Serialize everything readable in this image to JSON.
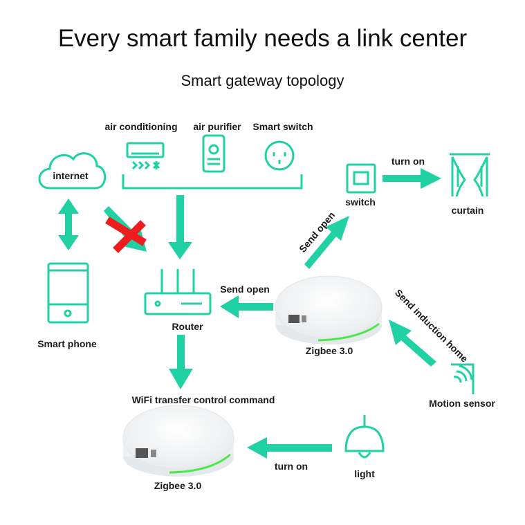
{
  "title": "Every smart family needs a link center",
  "subtitle": "Smart gateway topology",
  "colors": {
    "accent": "#1fd1a3",
    "glow": "#4de84d",
    "cross": "#ee1c1c"
  },
  "labels": {
    "air_conditioning": "air conditioning",
    "air_purifier": "air purifier",
    "smart_switch": "Smart switch",
    "internet": "internet",
    "smart_phone": "Smart phone",
    "router": "Router",
    "send_open_router": "Send open",
    "send_open_switch": "Send open",
    "switch": "switch",
    "turn_on_curtain": "turn on",
    "curtain": "curtain",
    "zigbee_top": "Zigbee 3.0",
    "send_induction_home": "Send induction home",
    "motion_sensor": "Motion sensor",
    "wifi_transfer": "WiFi transfer control command",
    "zigbee_bottom": "Zigbee 3.0",
    "turn_on_light": "turn on",
    "light": "light"
  }
}
